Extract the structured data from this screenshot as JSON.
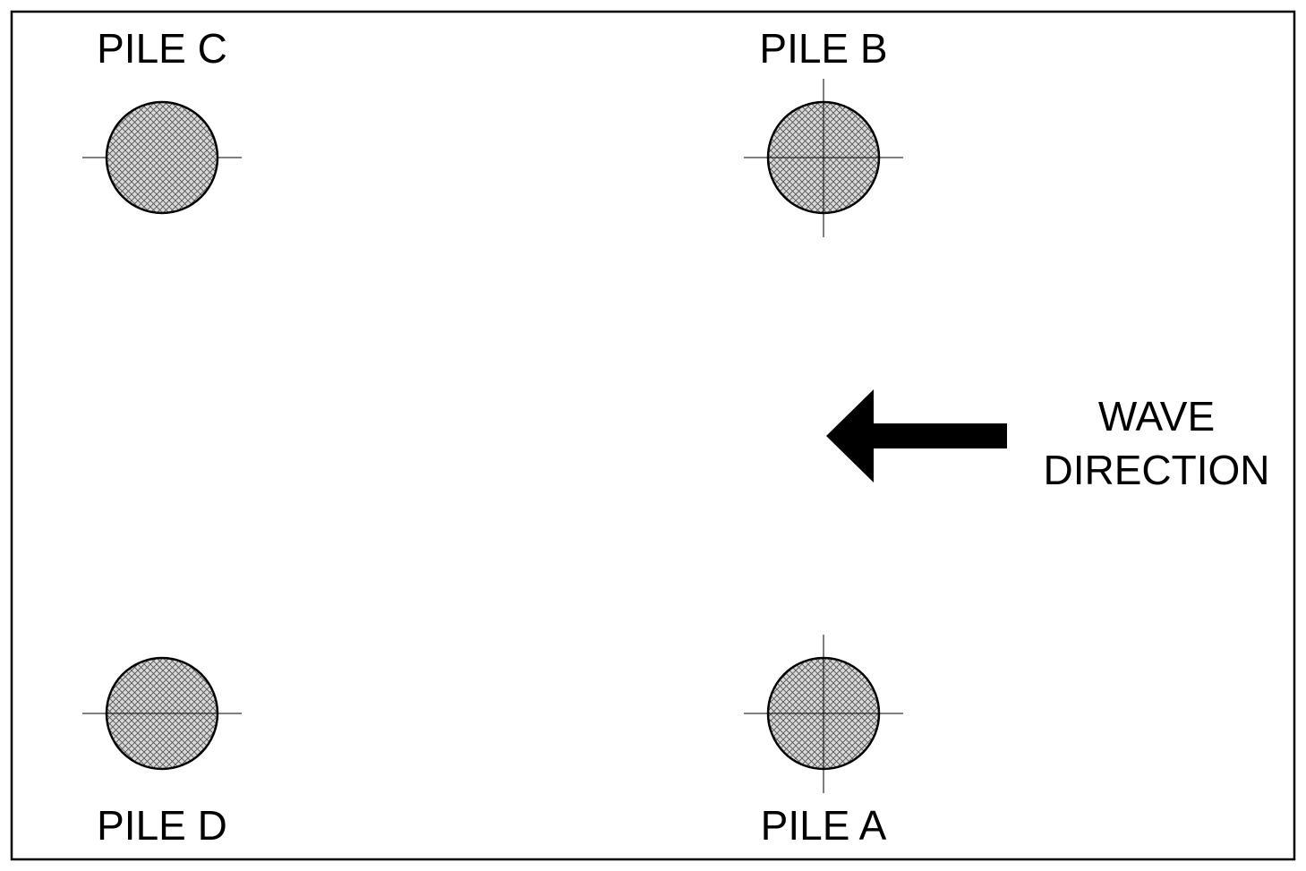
{
  "piles": [
    {
      "id": "c",
      "label": "PILE C"
    },
    {
      "id": "b",
      "label": "PILE B"
    },
    {
      "id": "d",
      "label": "PILE D"
    },
    {
      "id": "a",
      "label": "PILE A"
    }
  ],
  "wave": {
    "line1": "WAVE",
    "line2": "DIRECTION"
  },
  "colors": {
    "stroke": "#000000",
    "pile_fill": "#d9d9d9",
    "hatch": "#555555",
    "background": "#ffffff"
  },
  "icons": {
    "pile": "hatched-circle-pile-icon",
    "wave_arrow": "left-arrow-icon"
  }
}
